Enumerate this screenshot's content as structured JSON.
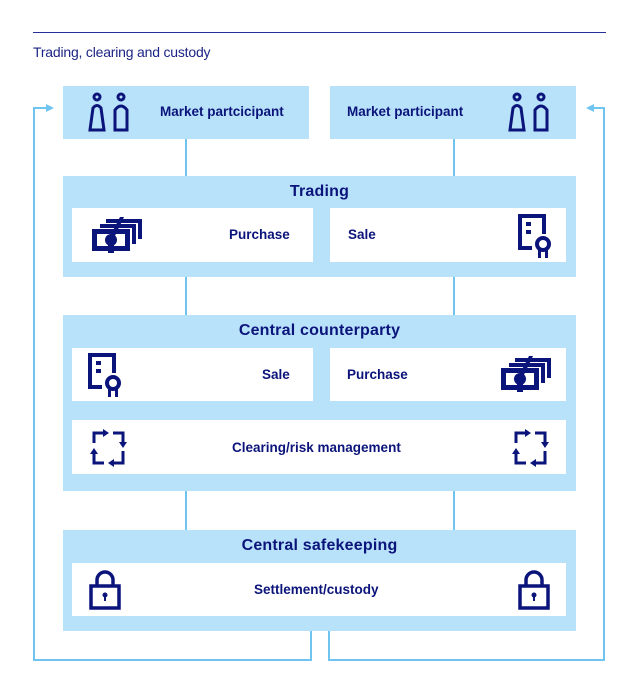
{
  "header": {
    "caption": "Trading, clearing and custody"
  },
  "colors": {
    "box_fill": "#b8e1fa",
    "inner_fill": "#ffffff",
    "arrow": "#6fc5ef",
    "text": "#0b147a",
    "icon": "#0b147a"
  },
  "participants": {
    "left": {
      "label": "Market partcicipant",
      "icon": "people-icon"
    },
    "right": {
      "label": "Market participant",
      "icon": "people-icon"
    }
  },
  "trading": {
    "title": "Trading",
    "left": {
      "label": "Purchase",
      "icon": "money-icon"
    },
    "right": {
      "label": "Sale",
      "icon": "certificate-icon"
    }
  },
  "ccp": {
    "title": "Central counterparty",
    "left": {
      "label": "Sale",
      "icon": "certificate-icon"
    },
    "right": {
      "label": "Purchase",
      "icon": "money-icon"
    },
    "bottom": {
      "label": "Clearing/risk management",
      "icon": "cycle-arrows-icon"
    }
  },
  "safekeeping": {
    "title": "Central safekeeping",
    "bottom": {
      "label": "Settlement/custody",
      "icon": "lock-icon"
    }
  }
}
